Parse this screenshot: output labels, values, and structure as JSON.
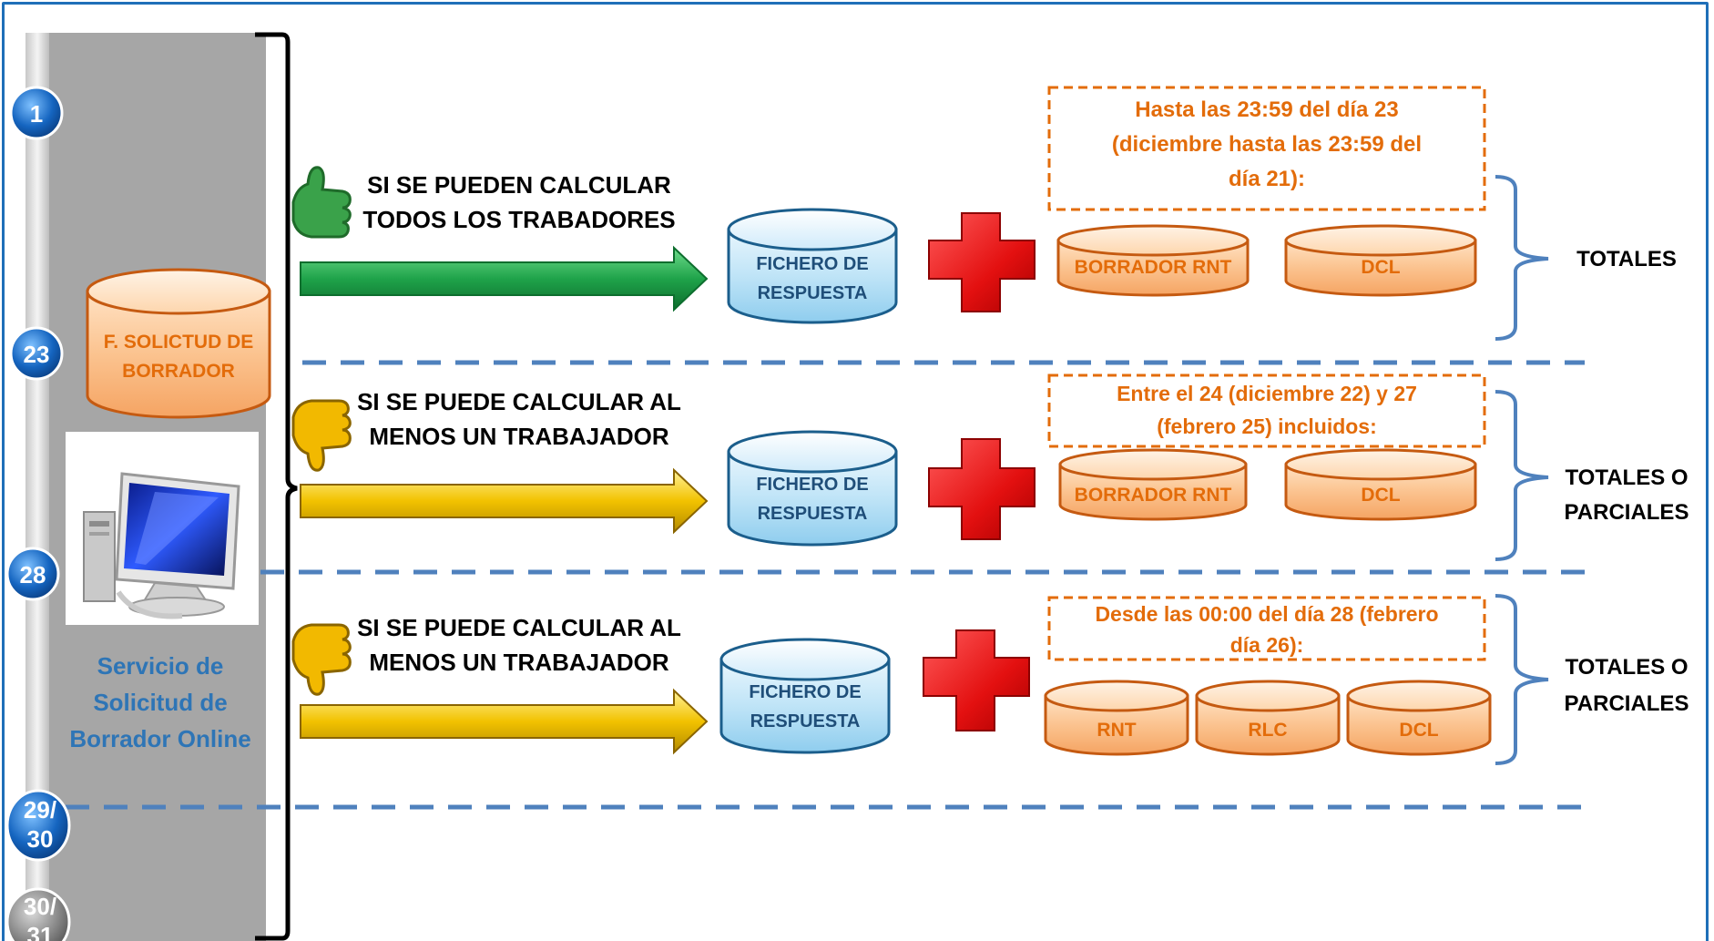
{
  "timeline": {
    "days": [
      "1",
      "23",
      "28",
      "29/\n30",
      "30/\n31"
    ]
  },
  "service": {
    "db_label": [
      "F. SOLICTUD DE",
      "BORRADOR"
    ],
    "title": [
      "Servicio de",
      "Solicitud de",
      "Borrador Online"
    ]
  },
  "rows": [
    {
      "condition": [
        "SI SE PUEDEN CALCULAR",
        "TODOS LOS TRABADORES"
      ],
      "response": [
        "FICHERO DE",
        "RESPUESTA"
      ],
      "note": [
        "Hasta las 23:59 del día 23",
        "(diciembre hasta las 23:59 del",
        "día 21):"
      ],
      "outputs": [
        "BORRADOR RNT",
        "DCL"
      ],
      "result": [
        "TOTALES"
      ]
    },
    {
      "condition": [
        "SI SE PUEDE CALCULAR AL",
        "MENOS UN TRABAJADOR"
      ],
      "response": [
        "FICHERO DE",
        "RESPUESTA"
      ],
      "note": [
        "Entre el 24 (diciembre 22)  y 27",
        "(febrero  25) incluidos:"
      ],
      "outputs": [
        "BORRADOR RNT",
        "DCL"
      ],
      "result": [
        "TOTALES O",
        "PARCIALES"
      ]
    },
    {
      "condition": [
        "SI SE PUEDE CALCULAR  AL",
        "MENOS UN TRABAJADOR"
      ],
      "response": [
        "FICHERO DE",
        "RESPUESTA"
      ],
      "note": [
        "Desde las 00:00 del día 28 (febrero",
        "día 26):"
      ],
      "outputs": [
        "RNT",
        "RLC",
        "DCL"
      ],
      "result": [
        "TOTALES O",
        "PARCIALES"
      ]
    }
  ],
  "colors": {
    "frame": "#1f6fb8",
    "orange_text": "#e36c0a",
    "service_text": "#2e75b6",
    "dashed_line": "#4f81bd",
    "green_arrow": "#1fa34a",
    "yellow_arrow": "#f2c200",
    "cross": "#e31010"
  }
}
